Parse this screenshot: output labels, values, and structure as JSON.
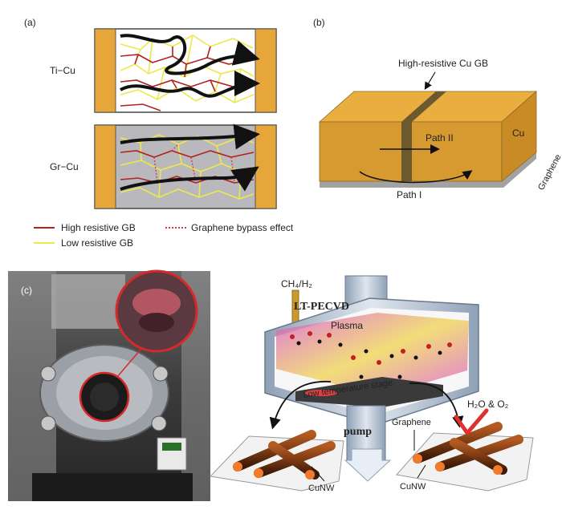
{
  "panel_a": {
    "letter": "(a)",
    "row1_label": "Ti−Cu",
    "row2_label": "Gr−Cu",
    "legend": {
      "high": "High resistive GB",
      "low": "Low resistive GB",
      "bypass": "Graphene bypass effect"
    },
    "colors": {
      "cu_block": "#E6A639",
      "high_gb": "#B22222",
      "low_gb": "#EDE84A",
      "bypass": "#D14040"
    }
  },
  "panel_b": {
    "letter": "(b)",
    "gb_label": "High-resistive Cu GB",
    "path2": "Path II",
    "path1": "Path I",
    "cu": "Cu",
    "graphene": "Graphene",
    "colors": {
      "top": "#E9AE3F",
      "front": "#D79A30",
      "side": "#C98B26",
      "band": "#6B5A2E"
    }
  },
  "panel_c": {
    "letter": "(c)",
    "gas": "CH₄/H₂",
    "chamber": "LT-PECVD",
    "plasma": "Plasma",
    "stage": "Low temperature stage",
    "pump": "pump",
    "graphene": "Graphene",
    "cunw_left": "CuNW",
    "cunw_right": "CuNW",
    "exhaust": "H₂O & O₂"
  }
}
